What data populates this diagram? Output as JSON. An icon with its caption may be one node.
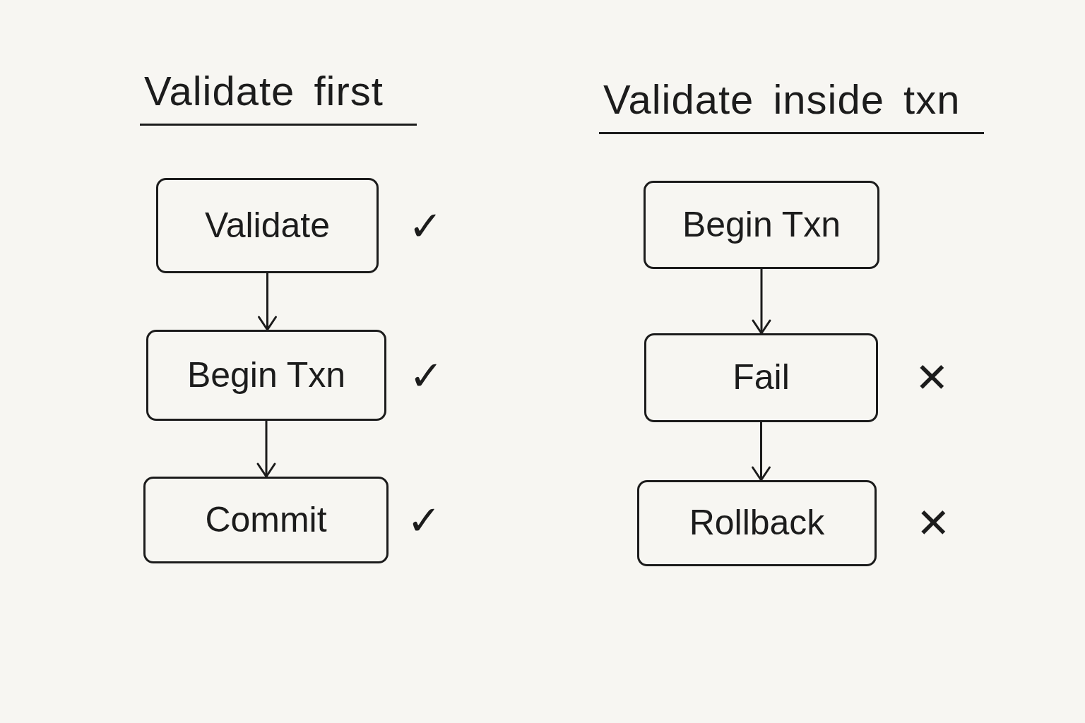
{
  "diagram": {
    "nodes": [
      {
        "text": [
          "Validate"
        ],
        "beside": [
          "✓"
        ]
      },
      {
        "text": [
          "Begin Txn"
        ],
        "beside": [
          "✓"
        ]
      },
      {
        "text": [
          "Commit"
        ],
        "beside": [
          "✓"
        ]
      },
      {
        "text": [
          "Begin Txn"
        ]
      },
      {
        "text": [
          "Fail"
        ],
        "beside": [
          "✕"
        ]
      },
      {
        "text": [
          "Rollback"
        ],
        "beside": [
          "✕"
        ]
      }
    ],
    "edges": [
      {
        "from": 0,
        "to": 1,
        "arrow": "to"
      },
      {
        "from": 1,
        "to": 2,
        "arrow": "to"
      },
      {
        "from": 3,
        "to": 4,
        "arrow": "to"
      },
      {
        "from": 4,
        "to": 5,
        "arrow": "to"
      }
    ],
    "labels": [
      "Validate first",
      "Validate inside txn"
    ]
  }
}
